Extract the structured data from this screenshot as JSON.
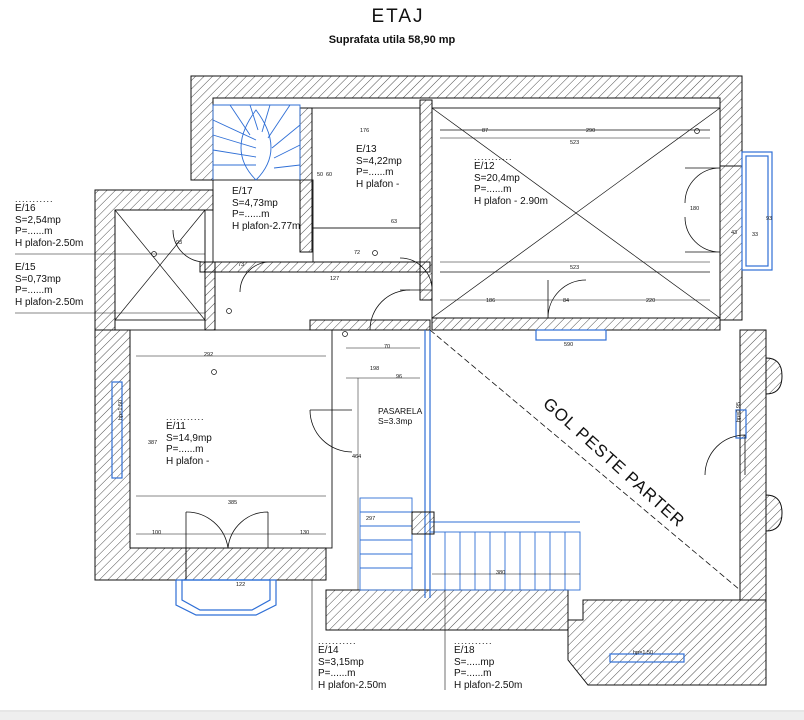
{
  "header": {
    "title": "ETAJ",
    "subtitle": "Suprafata utila 58,90 mp"
  },
  "rooms": {
    "e16": {
      "dots": "...........",
      "code": "E/16",
      "area": "S=2,54mp",
      "perimeter": "P=......m",
      "height": "H plafon-2.50m"
    },
    "e15": {
      "code": "E/15",
      "area": "S=0,73mp",
      "perimeter": "P=......m",
      "height": "H plafon-2.50m"
    },
    "e17": {
      "code": "E/17",
      "area": "S=4,73mp",
      "perimeter": "P=......m",
      "height": "H plafon-2.77m"
    },
    "e13": {
      "code": "E/13",
      "area": "S=4,22mp",
      "perimeter": "P=......m",
      "height": "H plafon -"
    },
    "e12": {
      "dots": "...........",
      "code": "E/12",
      "area": "S=20,4mp",
      "perimeter": "P=......m",
      "height": "H plafon - 2.90m"
    },
    "e11": {
      "dots": "...........",
      "code": "E/11",
      "area": "S=14,9mp",
      "perimeter": "P=......m",
      "height": "H plafon -"
    },
    "e14": {
      "dots": "...........",
      "code": "E/14",
      "area": "S=3,15mp",
      "perimeter": "P=......m",
      "height": "H plafon-2.50m"
    },
    "e18": {
      "dots": "...........",
      "code": "E/18",
      "area": "S=.....mp",
      "perimeter": "P=......m",
      "height": "H plafon-2.50m"
    }
  },
  "labels": {
    "pasarela": "PASARELA",
    "pasarela_area": "S=3.3mp",
    "void": "GOL PESTE PARTER",
    "hp_left": "hp=1.50",
    "hp_right": "hp=0.95",
    "hp_bottom": "hp=1.50"
  },
  "dimensions": {
    "d176": "176",
    "d87": "87",
    "d290": "290",
    "d523a": "523",
    "d523b": "523",
    "d186": "186",
    "d84": "84",
    "d220": "220",
    "d590": "590",
    "d292": "292",
    "d385": "385",
    "d100": "100",
    "d130": "130",
    "d122": "122",
    "d380": "380",
    "d387": "387",
    "d96": "96",
    "d70": "70",
    "d198": "198",
    "d464": "464",
    "d297": "297",
    "d63": "63",
    "d72": "72",
    "d73": "73",
    "d93": "93",
    "d50": "50",
    "d60": "60",
    "d43": "43",
    "d33": "33",
    "d93b": "93",
    "d180": "180",
    "d127": "127"
  },
  "colors": {
    "wall": "#1a1a1a",
    "hatch": "#333333",
    "blue": "#2f6fd6",
    "line": "#111111"
  }
}
